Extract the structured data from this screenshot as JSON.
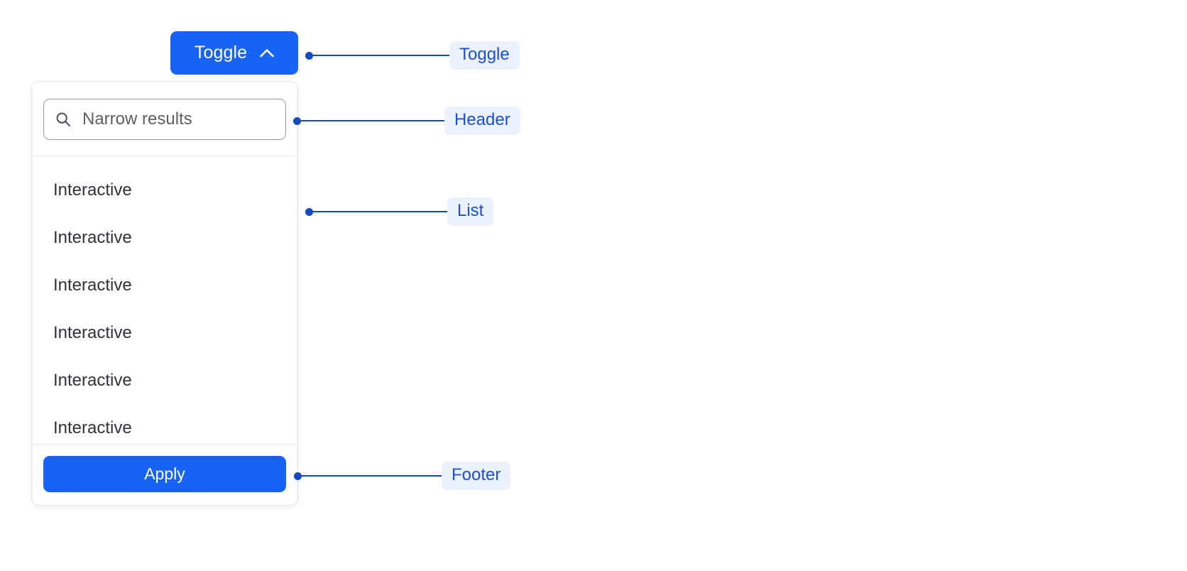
{
  "theme": {
    "accent_blue": "#1763f5",
    "annotation_blue": "#1449c0",
    "chip_background": "#ebf1fd",
    "chip_text": "#1b4fd8",
    "panel_border": "#e3e4e8",
    "list_text": "#2f3239",
    "page_background": "#ffffff"
  },
  "toggle": {
    "label": "Toggle",
    "icon": "chevron-up-icon",
    "expanded": true
  },
  "dropdown": {
    "header": {
      "search": {
        "icon": "search-icon",
        "value": "",
        "placeholder": "Narrow results"
      }
    },
    "list": {
      "items": [
        {
          "label": "Interactive"
        },
        {
          "label": "Interactive"
        },
        {
          "label": "Interactive"
        },
        {
          "label": "Interactive"
        },
        {
          "label": "Interactive"
        },
        {
          "label": "Interactive"
        }
      ]
    },
    "footer": {
      "apply_label": "Apply"
    }
  },
  "annotations": [
    {
      "key": "toggle",
      "label": "Toggle"
    },
    {
      "key": "header",
      "label": "Header"
    },
    {
      "key": "list",
      "label": "List"
    },
    {
      "key": "footer",
      "label": "Footer"
    }
  ]
}
